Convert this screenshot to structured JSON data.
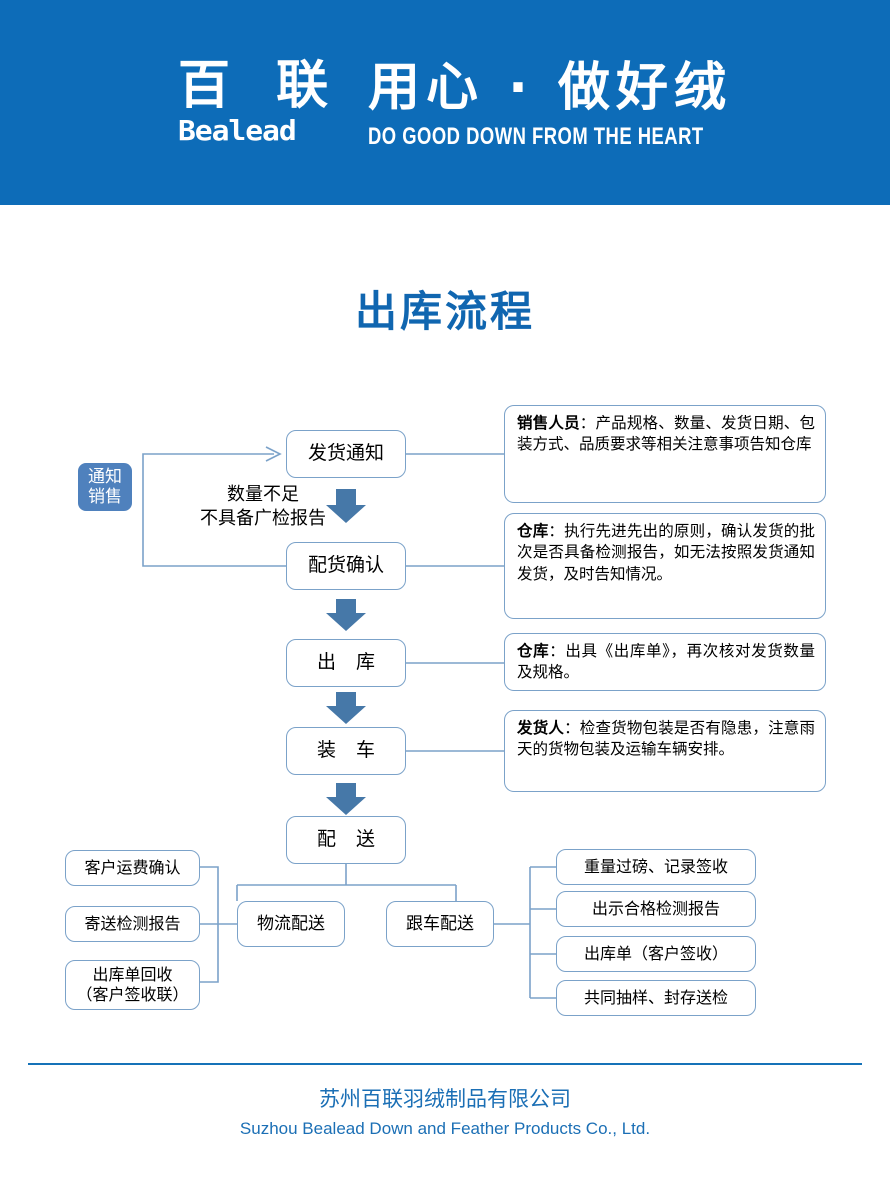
{
  "header": {
    "logo_cn": "百 联",
    "logo_en": "Bealead",
    "tagline_cn": "用心 · 做好绒",
    "tagline_en": "DO GOOD DOWN FROM THE HEART",
    "bg_color": "#0d6cb8"
  },
  "title": "出库流程",
  "colors": {
    "brand_blue": "#0d6cb8",
    "title_blue": "#1066b0",
    "accent_blue": "#4f81bd",
    "box_border": "#7ba2c9",
    "footer_blue": "#1b6fb5"
  },
  "flow": {
    "feedback_badge": "通知\n销售",
    "feedback_label": "数量不足\n不具备广检报告",
    "main_steps": [
      {
        "label": "发货通知",
        "spaced": false
      },
      {
        "label": "配货确认",
        "spaced": false
      },
      {
        "label": "出 库",
        "spaced": true
      },
      {
        "label": "装 车",
        "spaced": true
      },
      {
        "label": "配 送",
        "spaced": true
      }
    ],
    "notes": [
      {
        "role": "销售人员",
        "sep": "：",
        "text": "产品规格、数量、发货日期、包装方式、品质要求等相关注意事项告知仓库"
      },
      {
        "role": "仓库",
        "sep": "：",
        "text": "执行先进先出的原则，确认发货的批次是否具备检测报告，如无法按照发货通知发货，及时告知情况。"
      },
      {
        "role": "仓库",
        "sep": "：",
        "text": "出具《出库单》，再次核对发货数量及规格。"
      },
      {
        "role": "发货人",
        "sep": "：",
        "text": "检查货物包装是否有隐患，注意雨天的货物包装及运输车辆安排。"
      }
    ],
    "delivery_branches": [
      {
        "label": "物流配送"
      },
      {
        "label": "跟车配送"
      }
    ],
    "left_items": [
      "客户运费确认",
      "寄送检测报告",
      "出库单回收\n（客户签收联）"
    ],
    "right_items": [
      "重量过磅、记录签收",
      "出示合格检测报告",
      "出库单（客户签收）",
      "共同抽样、封存送检"
    ]
  },
  "footer": {
    "cn": "苏州百联羽绒制品有限公司",
    "en": "Suzhou Bealead Down and Feather Products Co., Ltd."
  }
}
